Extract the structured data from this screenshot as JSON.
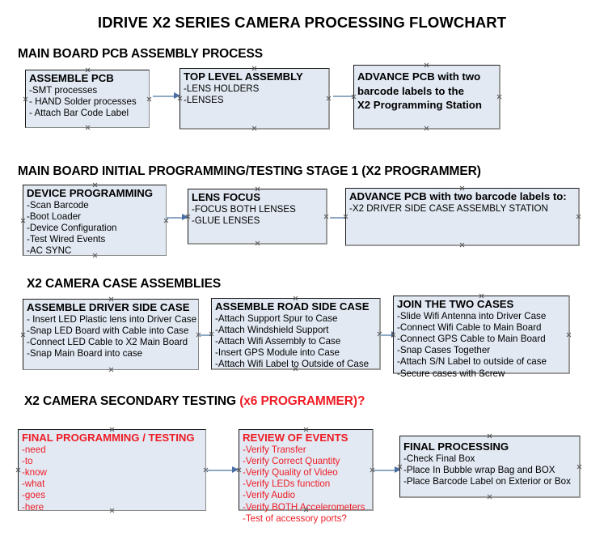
{
  "document": {
    "title": "IDRIVE X2  SERIES CAMERA PROCESSING FLOWCHART"
  },
  "theme": {
    "box_fill": "#e2e9f3",
    "box_border": "#1a1a1a",
    "box_shadow_border": "#9a9a9a",
    "arrow_shaft": "#8fa9c4",
    "arrow_head": "#4a6fa5",
    "red_accent": "#ee1c25",
    "text": "#000000"
  },
  "sections": [
    {
      "id": "main-board-pcb-assembly",
      "heading": "MAIN BOARD PCB ASSEMBLY PROCESS",
      "heading_red_suffix": "",
      "boxes": [
        {
          "id": "assemble-pcb",
          "title": "ASSEMBLE PCB",
          "title_color": "black",
          "lines": [
            "-SMT processes",
            "- HAND Solder processes",
            "- Attach Bar Code Label"
          ]
        },
        {
          "id": "top-level-assembly",
          "title": "TOP LEVEL ASSEMBLY",
          "title_color": "black",
          "lines": [
            "-LENS HOLDERS",
            "-LENSES"
          ]
        },
        {
          "id": "advance-pcb-to-x2-station",
          "title_lines": [
            "ADVANCE PCB with two",
            "barcode labels to the",
            " X2 Programming Station"
          ],
          "title_color": "black",
          "lines": []
        }
      ],
      "connectors": [
        "assemble-pcb-to-top-level",
        "top-level-to-advance-pcb"
      ]
    },
    {
      "id": "main-board-initial-programming",
      "heading": "MAIN BOARD INITIAL PROGRAMMING/TESTING STAGE 1 (X2 PROGRAMMER)",
      "heading_red_suffix": "",
      "boxes": [
        {
          "id": "device-programming",
          "title": "DEVICE PROGRAMMING",
          "title_color": "black",
          "lines": [
            "-Scan Barcode",
            "-Boot Loader",
            "-Device Configuration",
            "-Test Wired Events",
            "-AC SYNC"
          ]
        },
        {
          "id": "lens-focus",
          "title": "LENS FOCUS",
          "title_color": "black",
          "lines": [
            "-FOCUS BOTH LENSES",
            "-GLUE LENSES"
          ]
        },
        {
          "id": "advance-pcb-to-driver-side-station",
          "title": "ADVANCE PCB with two barcode labels to:",
          "title_color": "black",
          "lines": [
            "-X2 DRIVER  SIDE  CASE  ASSEMBLY STATION"
          ]
        }
      ],
      "connectors": [
        "device-programming-to-lens-focus",
        "lens-focus-to-advance-pcb"
      ]
    },
    {
      "id": "x2-camera-case-assemblies",
      "heading": "X2 CAMERA CASE ASSEMBLIES",
      "heading_red_suffix": "",
      "boxes": [
        {
          "id": "assemble-driver-side-case",
          "title": "ASSEMBLE DRIVER SIDE CASE",
          "title_color": "black",
          "lines": [
            "- Insert LED Plastic lens into Driver Case",
            "-Snap LED Board with Cable into Case",
            "-Connect LED Cable to X2 Main Board",
            "-Snap Main Board into case"
          ]
        },
        {
          "id": "assemble-road-side-case",
          "title": "ASSEMBLE ROAD SIDE CASE",
          "title_color": "black",
          "lines": [
            "-Attach Support Spur to Case",
            "-Attach Windshield Support",
            "-Attach Wifi Assembly to Case",
            "-Insert GPS Module into Case",
            "-Attach Wifi Label to Outside of Case"
          ]
        },
        {
          "id": "join-the-two-cases",
          "title": "JOIN THE TWO CASES",
          "title_color": "black",
          "lines": [
            "-Slide Wifi Antenna into Driver Case",
            "-Connect Wifi Cable to Main Board",
            "-Connect GPS Cable to Main Board",
            "-Snap Cases Together",
            "-Attach S/N Label to outside of case",
            "-Secure cases with Screw"
          ]
        }
      ],
      "connectors": [
        "driver-case-to-road-case",
        "road-case-to-join-cases"
      ]
    },
    {
      "id": "x2-camera-secondary-testing",
      "heading": "X2 CAMERA SECONDARY TESTING ",
      "heading_red_suffix": "(x6 PROGRAMMER)?",
      "boxes": [
        {
          "id": "final-programming-testing",
          "title": "FINAL PROGRAMMING / TESTING",
          "title_color": "red",
          "lines": [
            "-need",
            "-to",
            "-know",
            "-what",
            "-goes",
            "-here"
          ],
          "lines_color": "red"
        },
        {
          "id": "review-of-events",
          "title": "REVIEW OF EVENTS",
          "title_color": "red",
          "lines": [
            "-Verify Transfer",
            "-Verify Correct Quantity",
            "-Verify Quality of Video",
            "-Verify LEDs function",
            "-Verify Audio",
            "-Verify BOTH Accelerometers",
            "-Test of accessory ports?"
          ],
          "lines_color": "red"
        },
        {
          "id": "final-processing",
          "title": "FINAL PROCESSING",
          "title_color": "black",
          "lines": [
            " -Check Final Box",
            "-Place In Bubble wrap Bag and BOX",
            "-Place Barcode Label on Exterior or Box"
          ]
        }
      ],
      "connectors": [
        "final-programming-to-review",
        "review-to-final-processing"
      ]
    }
  ]
}
